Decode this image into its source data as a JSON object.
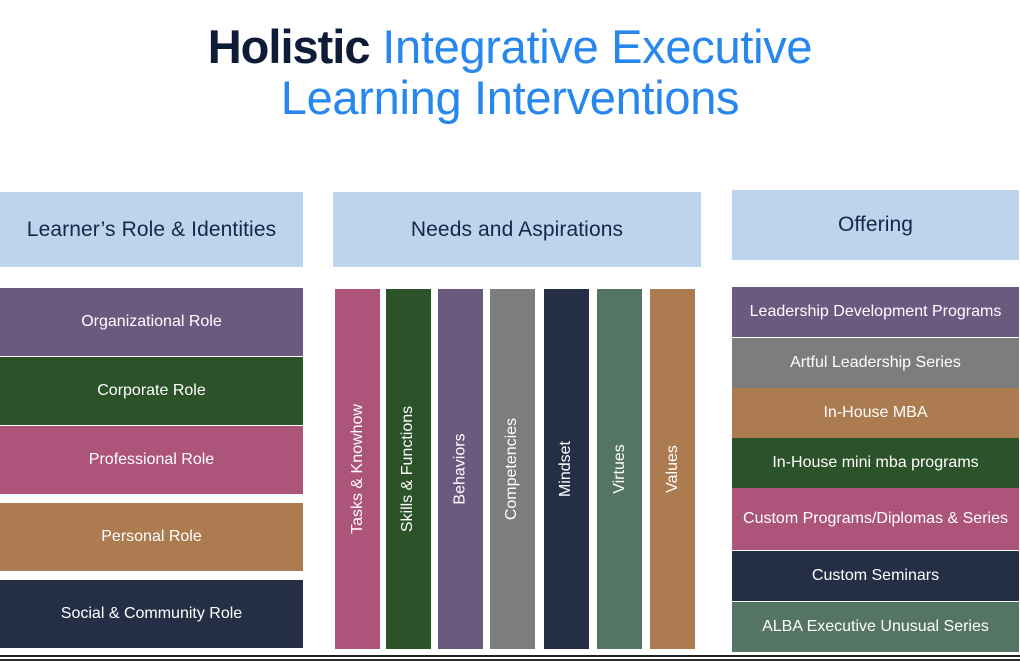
{
  "title": {
    "line1_strong": "Holistic",
    "line1_rest": "Integrative Executive",
    "line2": "Learning Interventions"
  },
  "colors": {
    "header_blue": "#BDD5EC",
    "title_blue": "#2787EE",
    "title_navy": "#0E1C37",
    "purple": "#6B5980",
    "dark_green": "#2B5228",
    "pink": "#AD547B",
    "tan": "#AC7B50",
    "navy": "#242F45",
    "gray": "#7D7D7D",
    "sage": "#547564"
  },
  "columns": {
    "left": {
      "header": "Learner’s Role & Identities",
      "items": [
        {
          "label": "Organizational Role",
          "color": "#6B5980"
        },
        {
          "label": "Corporate Role",
          "color": "#2B5228"
        },
        {
          "label": "Professional Role",
          "color": "#AD547B"
        },
        {
          "label": "Personal Role",
          "color": "#AC7B50"
        },
        {
          "label": "Social & Community Role",
          "color": "#242F45"
        }
      ]
    },
    "center": {
      "header": "Needs and Aspirations",
      "items": [
        {
          "label": "Tasks & Knowhow",
          "color": "#AD547B"
        },
        {
          "label": "Skills & Functions",
          "color": "#2B5228"
        },
        {
          "label": "Behaviors",
          "color": "#6B5980"
        },
        {
          "label": "Competencies",
          "color": "#7D7D7D"
        },
        {
          "label": "Mindset",
          "color": "#242F45"
        },
        {
          "label": "Virtues",
          "color": "#547564"
        },
        {
          "label": "Values",
          "color": "#AC7B50"
        }
      ]
    },
    "right": {
      "header": "Offering",
      "items": [
        {
          "label": "Leadership Development Programs",
          "color": "#6B5980"
        },
        {
          "label": "Artful Leadership Series",
          "color": "#7D7D7D"
        },
        {
          "label": "In-House MBA",
          "color": "#AC7B50"
        },
        {
          "label": "In-House mini mba programs",
          "color": "#2B5228"
        },
        {
          "label": "Custom Programs/Diplomas & Series",
          "color": "#AD547B"
        },
        {
          "label": "Custom Seminars",
          "color": "#242F45"
        },
        {
          "label": "ALBA Executive Unusual Series",
          "color": "#547564"
        }
      ]
    }
  }
}
